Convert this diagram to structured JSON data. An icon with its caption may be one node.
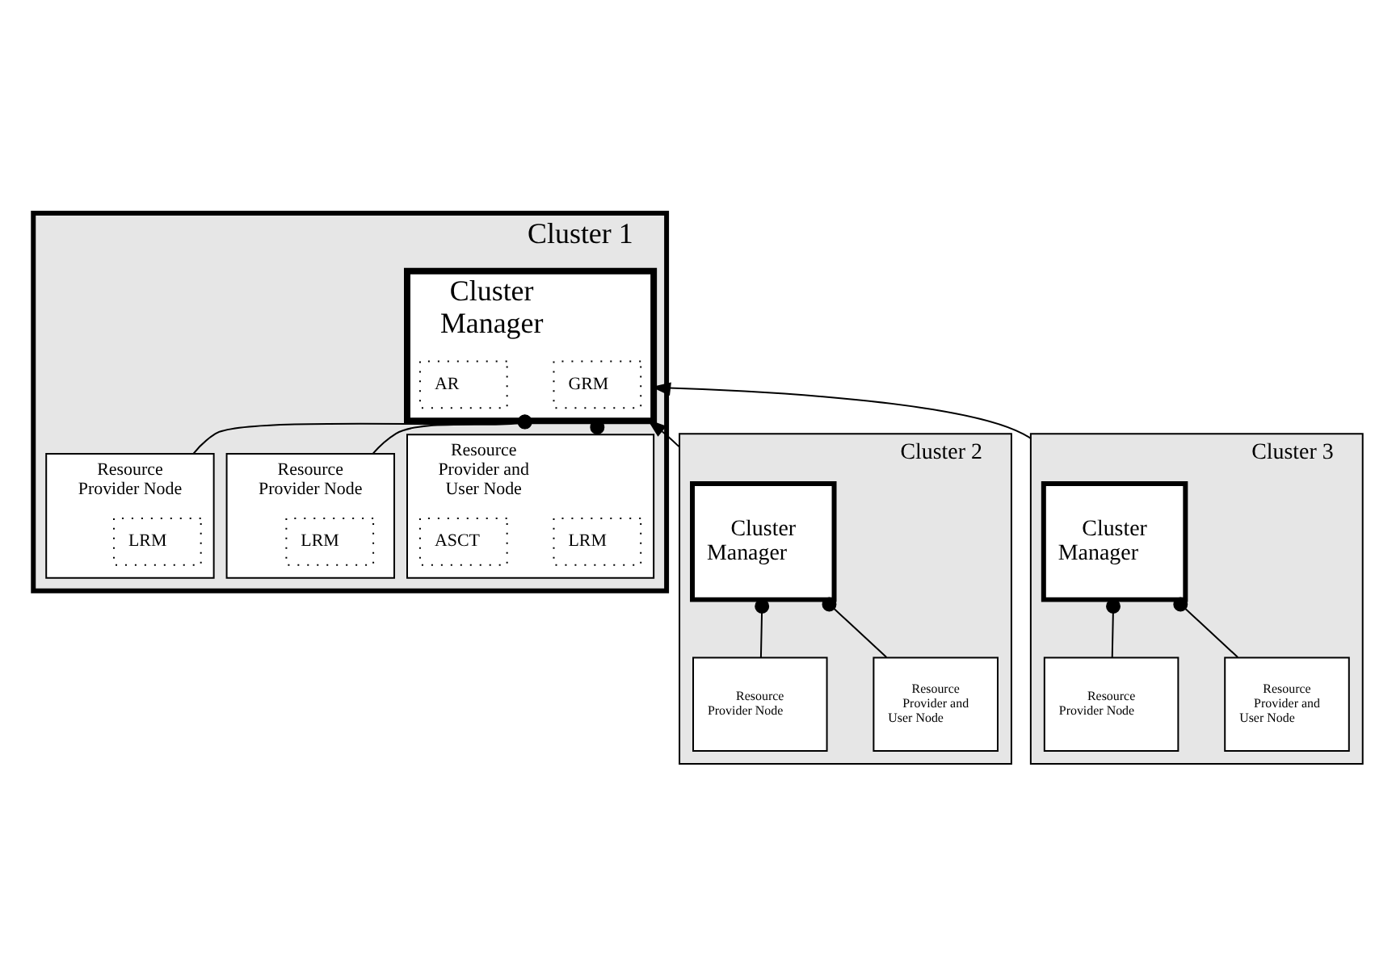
{
  "diagram": {
    "nodes": [
      {
        "text": [
          "Cluster 1"
        ]
      },
      {
        "text": [
          "Cluster Manager"
        ],
        "in": 0
      },
      {
        "text": [
          "GRM"
        ],
        "in": 1
      },
      {
        "text": [
          "AR"
        ],
        "in": 1
      },
      {
        "text": [
          "Resource Provider Node"
        ],
        "in": 0
      },
      {
        "text": [
          "LRM"
        ],
        "in": 4
      },
      {
        "text": [
          "Resource Provider Node"
        ],
        "in": 0
      },
      {
        "text": [
          "LRM"
        ],
        "in": 6
      },
      {
        "text": [
          "Resource Provider and User Node"
        ],
        "in": 0
      },
      {
        "text": [
          "LRM"
        ],
        "in": 8
      },
      {
        "text": [
          "ASCT"
        ],
        "in": 8
      },
      {
        "text": [
          "Cluster 2"
        ]
      },
      {
        "text": [
          "Cluster Manager"
        ],
        "in": 11
      },
      {
        "text": [
          "Resource Provider Node"
        ],
        "in": 11
      },
      {
        "text": [
          "Resource Provider and User Node"
        ],
        "in": 11
      },
      {
        "text": [
          "Cluster 3"
        ]
      },
      {
        "text": [
          "Cluster Manager"
        ],
        "in": 15
      },
      {
        "text": [
          "Resource Provider Node"
        ],
        "in": 15
      },
      {
        "text": [
          "Resource Provider and User Node"
        ],
        "in": 15
      }
    ],
    "edges": [
      {
        "from": 1,
        "to": 4,
        "arrow": "other"
      },
      {
        "from": 1,
        "to": 6,
        "arrow": "other"
      },
      {
        "from": 1,
        "to": 8,
        "arrow": "other"
      },
      {
        "from": 11,
        "to": 1,
        "arrow": "to"
      },
      {
        "from": 15,
        "to": 1,
        "arrow": "to"
      },
      {
        "from": 12,
        "to": 13,
        "arrow": "other"
      },
      {
        "from": 12,
        "to": 14,
        "arrow": "other"
      },
      {
        "from": 16,
        "to": 17,
        "arrow": "other"
      },
      {
        "from": 16,
        "to": 18,
        "arrow": "other"
      }
    ]
  }
}
